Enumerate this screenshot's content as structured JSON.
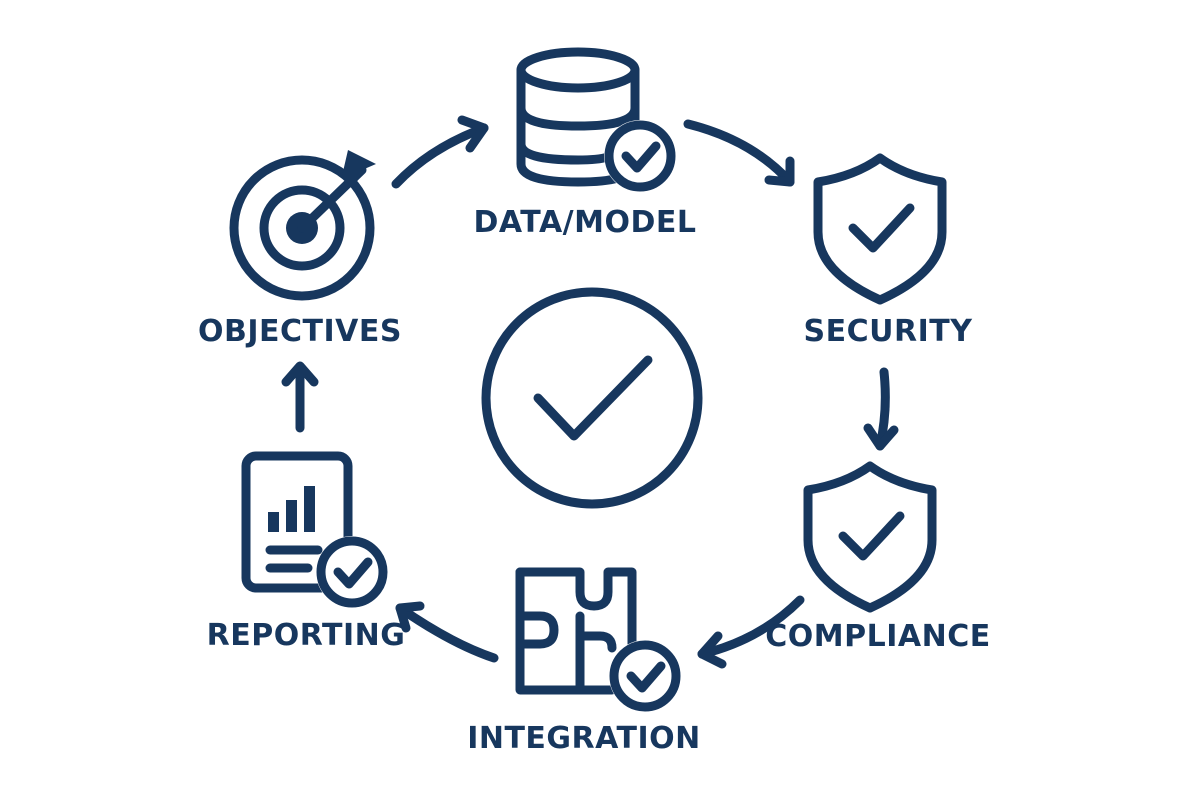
{
  "colors": {
    "primary": "#17375e",
    "background": "#ffffff"
  },
  "diagram": {
    "center_icon": "check-circle-icon",
    "steps": [
      {
        "label": "DATA/MODEL",
        "icon": "database-check-icon"
      },
      {
        "label": "SECURITY",
        "icon": "shield-check-icon"
      },
      {
        "label": "COMPLIANCE",
        "icon": "shield-check-icon"
      },
      {
        "label": "INTEGRATION",
        "icon": "puzzle-check-icon"
      },
      {
        "label": "REPORTING",
        "icon": "report-chart-check-icon"
      },
      {
        "label": "OBJECTIVES",
        "icon": "target-arrow-icon"
      }
    ]
  }
}
